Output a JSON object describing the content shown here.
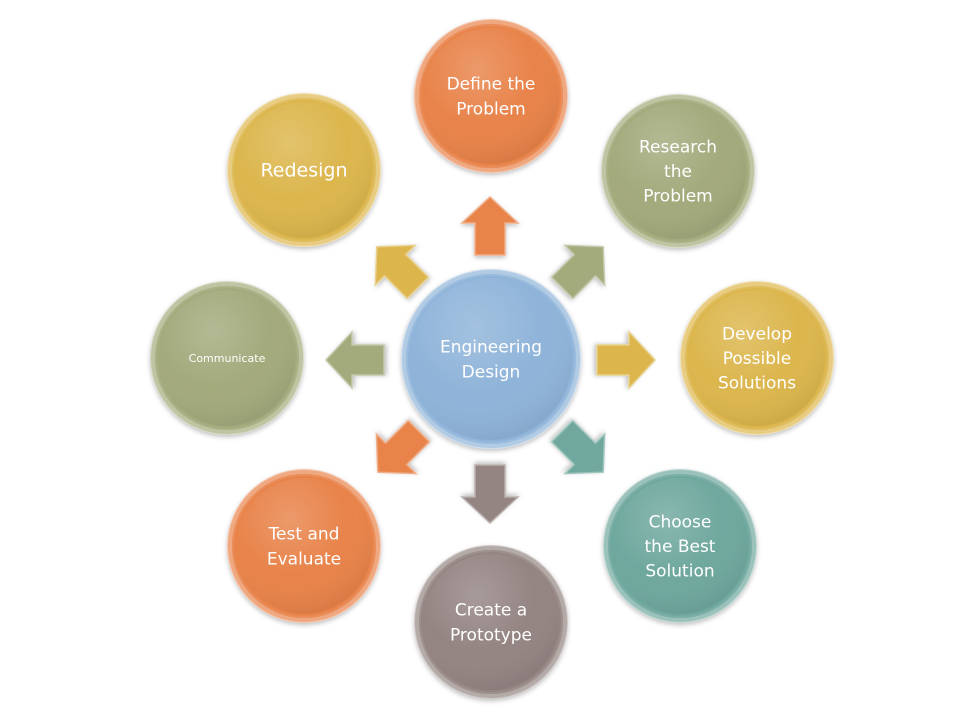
{
  "center": {
    "lines": [
      "Engineering",
      "Design"
    ],
    "color": "#8fb4d9"
  },
  "steps": [
    {
      "key": "define",
      "lines": [
        "Define the",
        "Problem"
      ],
      "color": "#e8834a"
    },
    {
      "key": "research",
      "lines": [
        "Research",
        "the",
        "Problem"
      ],
      "color": "#a3aa7c"
    },
    {
      "key": "develop",
      "lines": [
        "Develop",
        "Possible",
        "Solutions"
      ],
      "color": "#dcb64d"
    },
    {
      "key": "choose",
      "lines": [
        "Choose",
        "the Best",
        "Solution"
      ],
      "color": "#6fa89e"
    },
    {
      "key": "prototype",
      "lines": [
        "Create a",
        "Prototype"
      ],
      "color": "#948583"
    },
    {
      "key": "test",
      "lines": [
        "Test and",
        "Evaluate"
      ],
      "color": "#e8834a"
    },
    {
      "key": "communicate",
      "lines": [
        "Communicate"
      ],
      "color": "#a3aa7c"
    },
    {
      "key": "redesign",
      "lines": [
        "Redesign"
      ],
      "color": "#dcb64d"
    }
  ],
  "arrows": [
    {
      "key": "up",
      "color": "#e8834a"
    },
    {
      "key": "up-right",
      "color": "#a3aa7c"
    },
    {
      "key": "right",
      "color": "#dcb64d"
    },
    {
      "key": "down-right",
      "color": "#6fa89e"
    },
    {
      "key": "down",
      "color": "#948583"
    },
    {
      "key": "down-left",
      "color": "#e8834a"
    },
    {
      "key": "left",
      "color": "#a3aa7c"
    },
    {
      "key": "up-left",
      "color": "#dcb64d"
    }
  ]
}
